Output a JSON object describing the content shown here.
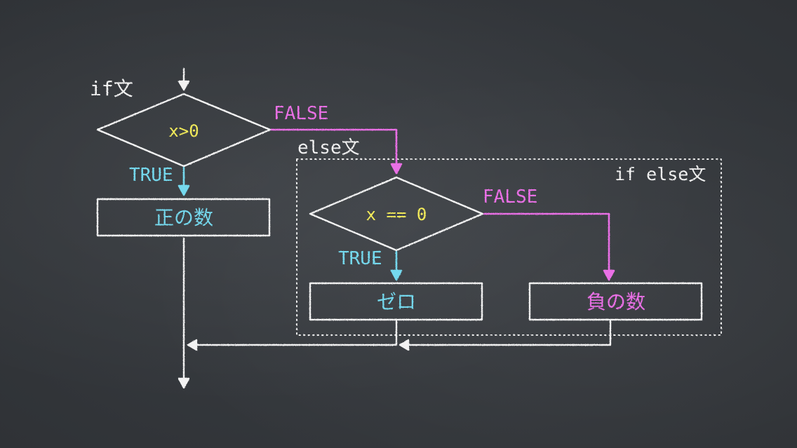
{
  "labels": {
    "if_stmt": "if文",
    "else_stmt": "else文",
    "if_else_stmt": "if else文"
  },
  "conditions": {
    "first": "x>0",
    "second": "x == 0"
  },
  "branches": {
    "true_1": "TRUE",
    "false_1": "FALSE",
    "true_2": "TRUE",
    "false_2": "FALSE"
  },
  "results": {
    "positive": "正の数",
    "zero": "ゼロ",
    "negative": "負の数"
  },
  "colors": {
    "chalk_white": "#f2f2f2",
    "chalk_yellow": "#f4ec5a",
    "chalk_cyan": "#74d9ee",
    "chalk_magenta": "#ea6fe6",
    "board": "#34383d"
  }
}
